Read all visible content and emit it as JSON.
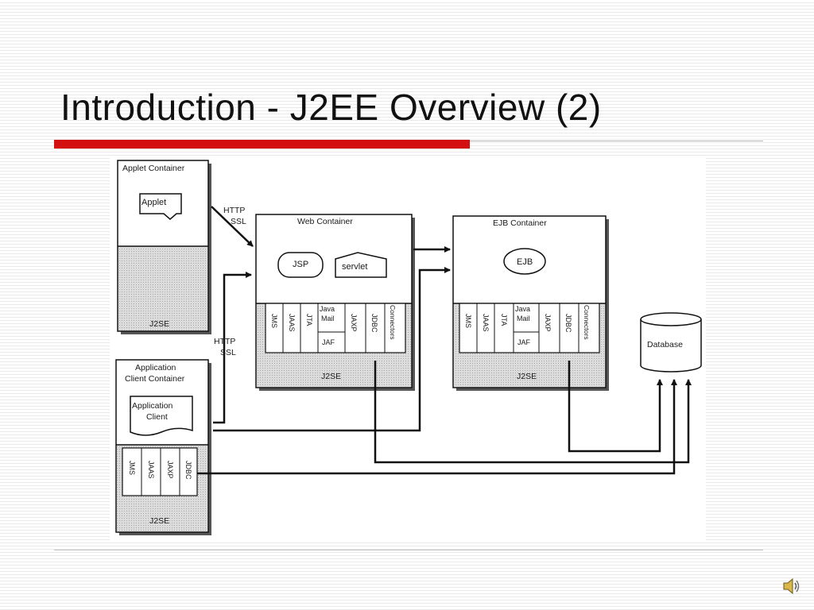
{
  "slide": {
    "title": "Introduction - J2EE Overview (2)"
  },
  "diagram": {
    "applet_container": {
      "title": "Applet Container",
      "component": "Applet",
      "platform": "J2SE"
    },
    "web_container": {
      "title": "Web Container",
      "components": [
        "JSP",
        "servlet"
      ],
      "services": [
        "JMS",
        "JAAS",
        "JTA",
        "Java Mail",
        "JAF",
        "JAXP",
        "JDBC",
        "Connectors"
      ],
      "platform": "J2SE"
    },
    "ejb_container": {
      "title": "EJB Container",
      "components": [
        "EJB"
      ],
      "services": [
        "JMS",
        "JAAS",
        "JTA",
        "Java Mail",
        "JAF",
        "JAXP",
        "JDBC",
        "Connectors"
      ],
      "platform": "J2SE"
    },
    "app_client_container": {
      "title_line1": "Application",
      "title_line2": "Client Container",
      "component_line1": "Application",
      "component_line2": "Client",
      "services": [
        "JMS",
        "JAAS",
        "JAXP",
        "JDBC"
      ],
      "platform": "J2SE"
    },
    "database": {
      "label": "Database"
    },
    "protocol_labels": {
      "applet_to_web": [
        "HTTP",
        "SSL"
      ],
      "client_to_web": [
        "HTTP",
        "SSL"
      ]
    }
  },
  "colors": {
    "title_accent": "#d40f0f",
    "platform_fill": "#d4d4d4",
    "line": "#111111"
  },
  "icons": {
    "audio": "speaker-icon"
  }
}
